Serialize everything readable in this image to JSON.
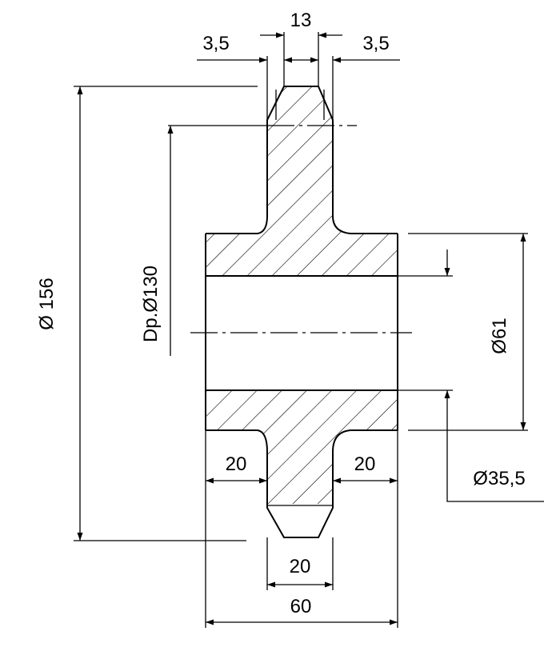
{
  "dimensions": {
    "chamfer_left": "3,5",
    "tooth_width": "13",
    "chamfer_right": "3,5",
    "outer_diameter": "Ø 156",
    "pitch_diameter": "Dp.Ø130",
    "hub_diameter": "Ø61",
    "bore_diameter": "Ø35,5",
    "hub_left_width": "20",
    "hub_right_width": "20",
    "tooth_base_width": "20",
    "total_width": "60"
  }
}
